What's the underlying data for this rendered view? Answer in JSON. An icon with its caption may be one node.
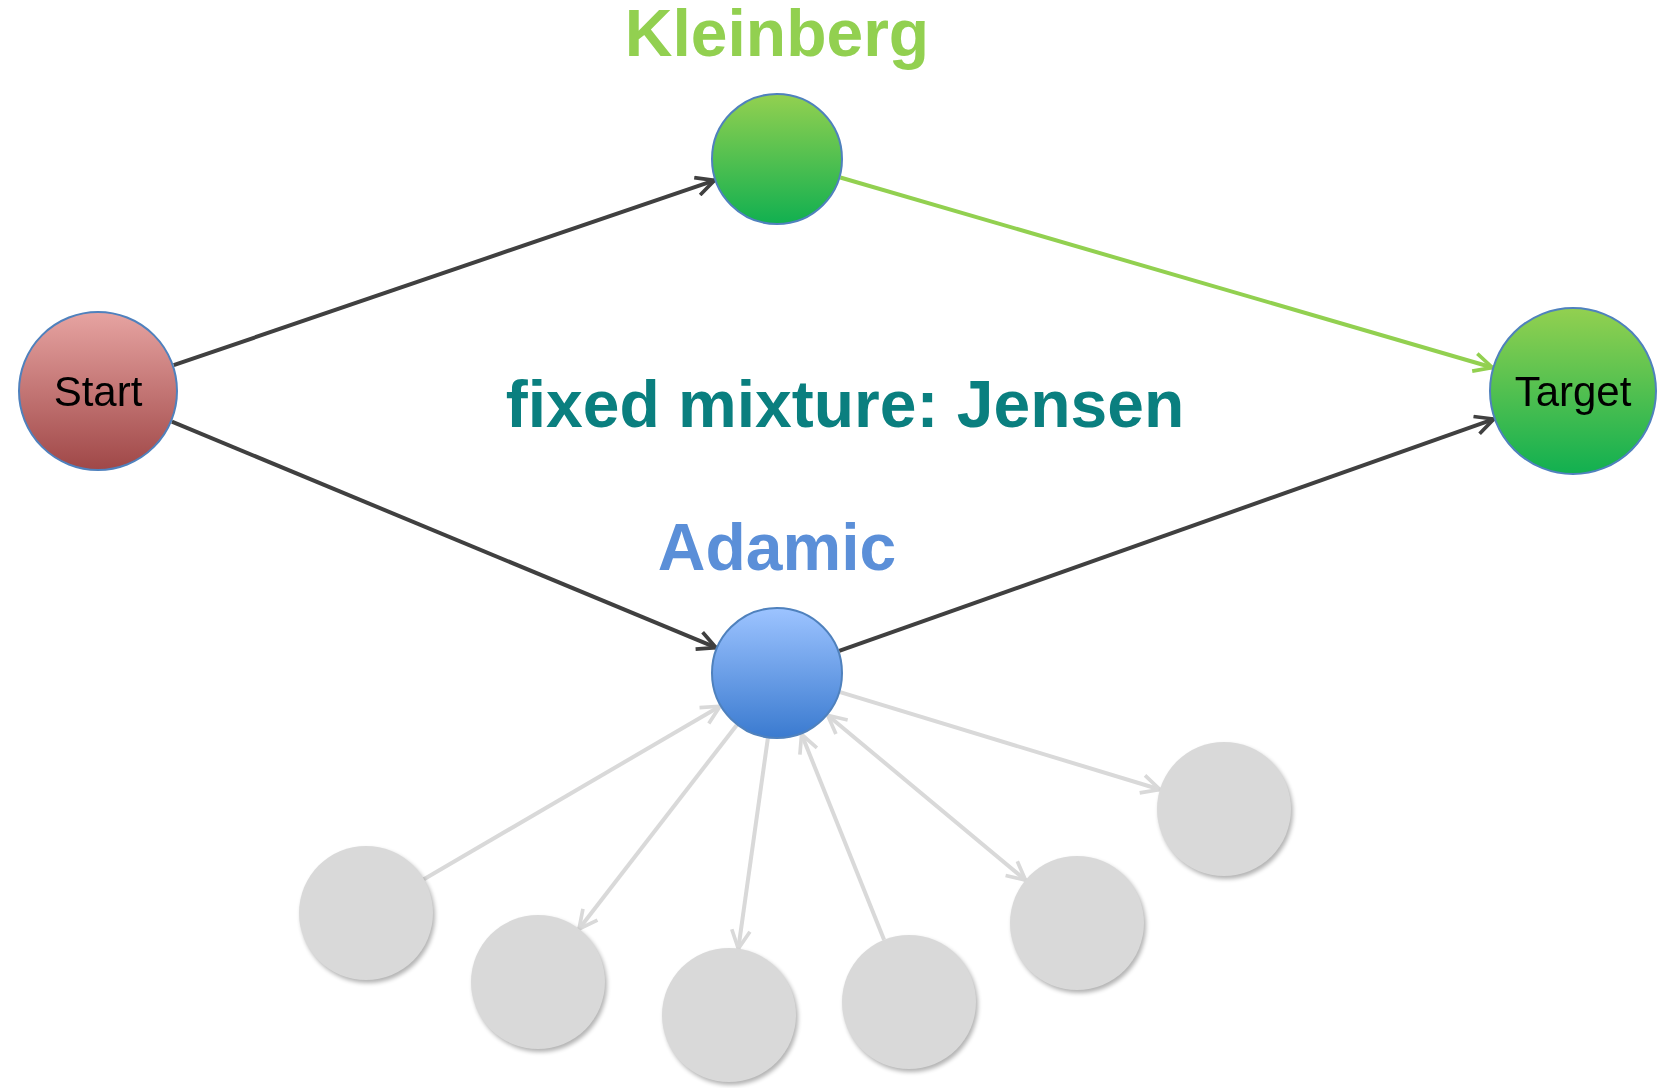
{
  "diagram": {
    "nodes": [
      {
        "text": [
          "Start"
        ]
      },
      {
        "text": [
          "Kleinberg"
        ]
      },
      {
        "text": [
          "Target"
        ]
      },
      {
        "text": [
          "Adamic"
        ]
      },
      {
        "text": [],
        "shape": "circle"
      },
      {
        "text": [],
        "shape": "circle"
      },
      {
        "text": [],
        "shape": "circle"
      },
      {
        "text": [],
        "shape": "circle"
      },
      {
        "text": [],
        "shape": "circle"
      },
      {
        "text": [],
        "shape": "circle"
      }
    ],
    "edges": [
      {
        "from": 0,
        "to": 1,
        "arrow": "to",
        "color": "#404040"
      },
      {
        "from": 1,
        "to": 2,
        "arrow": "to",
        "color": "#92d050"
      },
      {
        "from": 0,
        "to": 3,
        "arrow": "to",
        "color": "#404040"
      },
      {
        "from": 3,
        "to": 2,
        "arrow": "to",
        "color": "#404040"
      },
      {
        "from": 4,
        "to": 3,
        "arrow": "to",
        "color": "#d9d9d9"
      },
      {
        "from": 3,
        "to": 5,
        "arrow": "to",
        "color": "#d9d9d9"
      },
      {
        "from": 3,
        "to": 6,
        "arrow": "to",
        "color": "#d9d9d9"
      },
      {
        "from": 7,
        "to": 3,
        "arrow": "to",
        "color": "#d9d9d9"
      },
      {
        "from": 3,
        "to": 8,
        "arrow": "both",
        "color": "#d9d9d9"
      },
      {
        "from": 3,
        "to": 9,
        "arrow": "to",
        "color": "#d9d9d9"
      }
    ],
    "labels": [
      "fixed mixture: Jensen"
    ]
  }
}
